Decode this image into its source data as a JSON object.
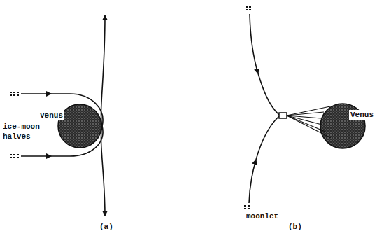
{
  "diagram": {
    "labels": [
      "ice-moon halves",
      "Venus",
      "Venus",
      "moonlet",
      "(a)",
      "(b)"
    ]
  }
}
